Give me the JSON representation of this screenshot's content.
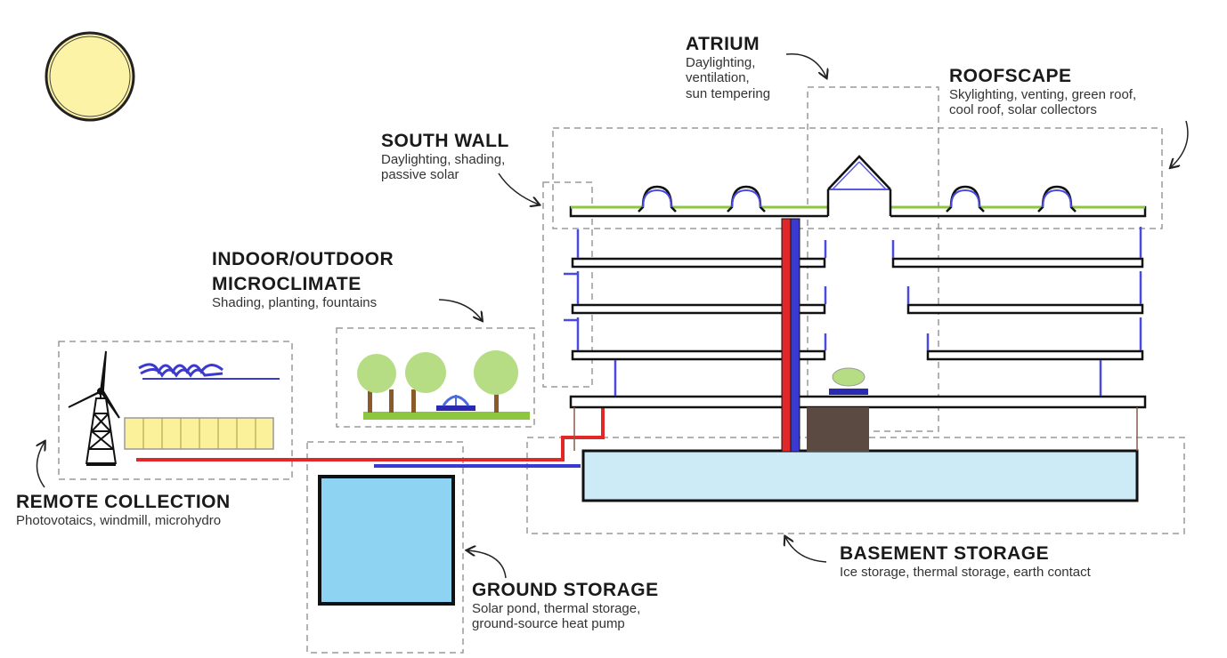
{
  "labels": {
    "atrium": {
      "title": "ATRIUM",
      "desc": [
        "Daylighting,",
        "ventilation,",
        "sun tempering"
      ]
    },
    "roofscape": {
      "title": "ROOFSCAPE",
      "desc": [
        "Skylighting, venting, green roof,",
        "cool roof, solar collectors"
      ]
    },
    "south_wall": {
      "title": "SOUTH WALL",
      "desc": [
        "Daylighting, shading,",
        "passive solar"
      ]
    },
    "microclimate": {
      "title": [
        "INDOOR/OUTDOOR",
        "MICROCLIMATE"
      ],
      "desc": [
        "Shading, planting, fountains"
      ]
    },
    "remote_collection": {
      "title": "REMOTE COLLECTION",
      "desc": [
        "Photovotaics, windmill, microhydro"
      ]
    },
    "ground_storage": {
      "title": "GROUND STORAGE",
      "desc": [
        "Solar pond, thermal storage,",
        "ground-source heat pump"
      ]
    },
    "basement_storage": {
      "title": "BASEMENT STORAGE",
      "desc": [
        "Ice storage, thermal storage, earth contact"
      ]
    }
  },
  "colors": {
    "sun": "#fdf3a6",
    "water": "#cdeaf7",
    "pond": "#8fd3f2",
    "pipe_hot": "#e0282b",
    "pipe_cold": "#3a3ad0",
    "green_roof": "#8dc63f",
    "tree": "#b6dd84",
    "trunk": "#8a5a2b",
    "pv": "#fbf19a",
    "soil": "#5a4a42",
    "dash": "#9a9a9a"
  }
}
